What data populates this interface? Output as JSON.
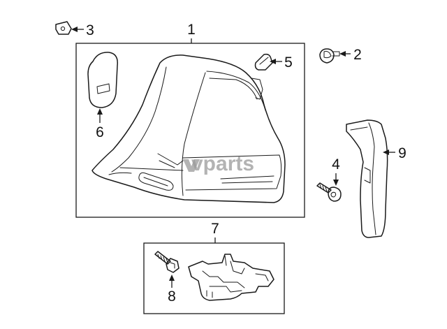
{
  "callouts": {
    "c1": "1",
    "c2": "2",
    "c3": "3",
    "c4": "4",
    "c5": "5",
    "c6": "6",
    "c7": "7",
    "c8": "8",
    "c9": "9"
  },
  "watermark": {
    "text": "vparts"
  },
  "colors": {
    "line": "#1a1a1a",
    "watermark": "#9a9a9a",
    "background": "#ffffff"
  }
}
